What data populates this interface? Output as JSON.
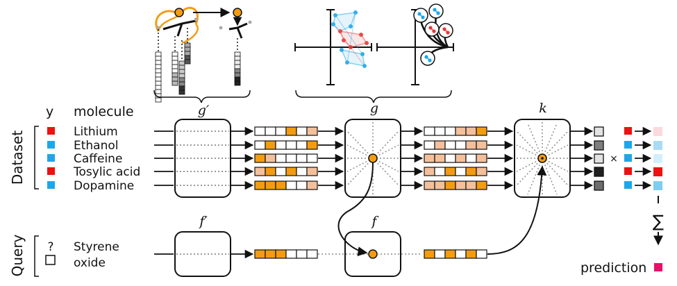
{
  "header": {
    "y_label": "y",
    "molecule_label": "molecule"
  },
  "sections": {
    "dataset": "Dataset",
    "query": "Query"
  },
  "dataset": [
    {
      "name": "Lithium",
      "y_color": "#ee1111",
      "emb": [
        0,
        0,
        0,
        2,
        0,
        1
      ],
      "emb2": [
        0,
        0,
        0,
        1,
        1,
        2
      ],
      "out": 0.12,
      "pred_color": "#fadadd"
    },
    {
      "name": "Ethanol",
      "y_color": "#1ea7e8",
      "emb": [
        0,
        2,
        0,
        0,
        0,
        2
      ],
      "emb2": [
        0,
        1,
        0,
        0,
        1,
        1
      ],
      "out": 0.55,
      "pred_color": "#a8dcf5"
    },
    {
      "name": "Caffeine",
      "y_color": "#1ea7e8",
      "emb": [
        2,
        1,
        0,
        0,
        0,
        0
      ],
      "emb2": [
        1,
        1,
        0,
        1,
        0,
        1
      ],
      "out": 0.12,
      "pred_color": "#d5eefb"
    },
    {
      "name": "Tosylic acid",
      "y_color": "#ee1111",
      "emb": [
        1,
        2,
        0,
        2,
        0,
        1
      ],
      "emb2": [
        1,
        0,
        2,
        0,
        2,
        1
      ],
      "out": 0.95,
      "pred_color": "#ee1111"
    },
    {
      "name": "Dopamine",
      "y_color": "#1ea7e8",
      "emb": [
        2,
        2,
        2,
        0,
        0,
        1
      ],
      "emb2": [
        1,
        1,
        2,
        1,
        1,
        2
      ],
      "out": 0.62,
      "pred_color": "#7fcdf1"
    }
  ],
  "query": {
    "symbol": "?",
    "name_line1": "Styrene",
    "name_line2": "oxide",
    "emb": [
      2,
      2,
      2,
      0,
      0,
      0
    ],
    "emb2": [
      2,
      0,
      2,
      0,
      2,
      0
    ]
  },
  "functions": {
    "g_prime": "g′",
    "g": "g",
    "k": "k",
    "f_prime": "f′",
    "f": "f"
  },
  "ops": {
    "times": "×",
    "sum": "∑"
  },
  "prediction": {
    "label": "prediction",
    "color": "#e8106a"
  },
  "colors": {
    "orange": "#f39c12",
    "light_orange": "#f4c09b",
    "blue": "#1ea7e8",
    "red": "#e53935"
  }
}
